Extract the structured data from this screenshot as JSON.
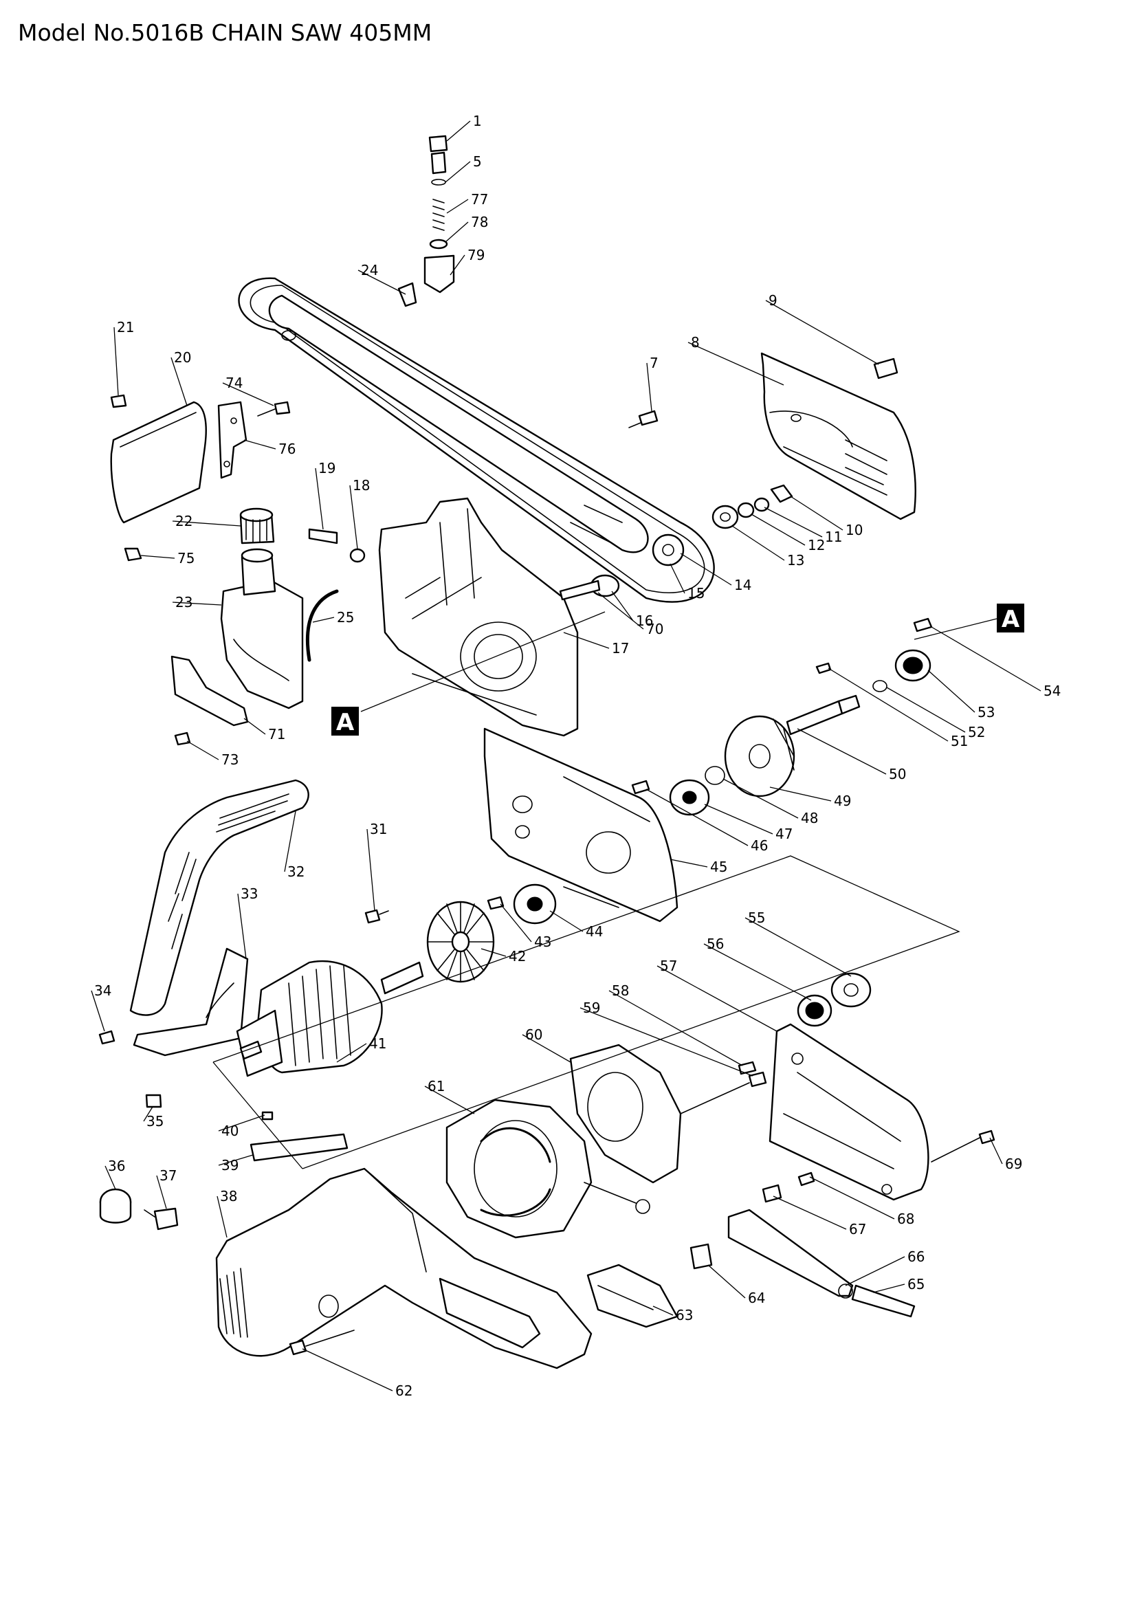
{
  "title": "Model No.5016B CHAIN SAW 405MM",
  "section_marker": "A",
  "parts": [
    "1",
    "5",
    "77",
    "78",
    "79",
    "24",
    "9",
    "8",
    "7",
    "21",
    "20",
    "74",
    "76",
    "19",
    "18",
    "22",
    "75",
    "23",
    "25",
    "17",
    "16",
    "70",
    "15",
    "14",
    "13",
    "12",
    "11",
    "10",
    "54",
    "53",
    "52",
    "51",
    "50",
    "49",
    "48",
    "47",
    "46",
    "45",
    "71",
    "73",
    "31",
    "32",
    "33",
    "34",
    "35",
    "44",
    "43",
    "42",
    "41",
    "55",
    "56",
    "57",
    "58",
    "59",
    "60",
    "61",
    "40",
    "39",
    "38",
    "36",
    "37",
    "62",
    "63",
    "64",
    "65",
    "66",
    "67",
    "68",
    "69"
  ]
}
